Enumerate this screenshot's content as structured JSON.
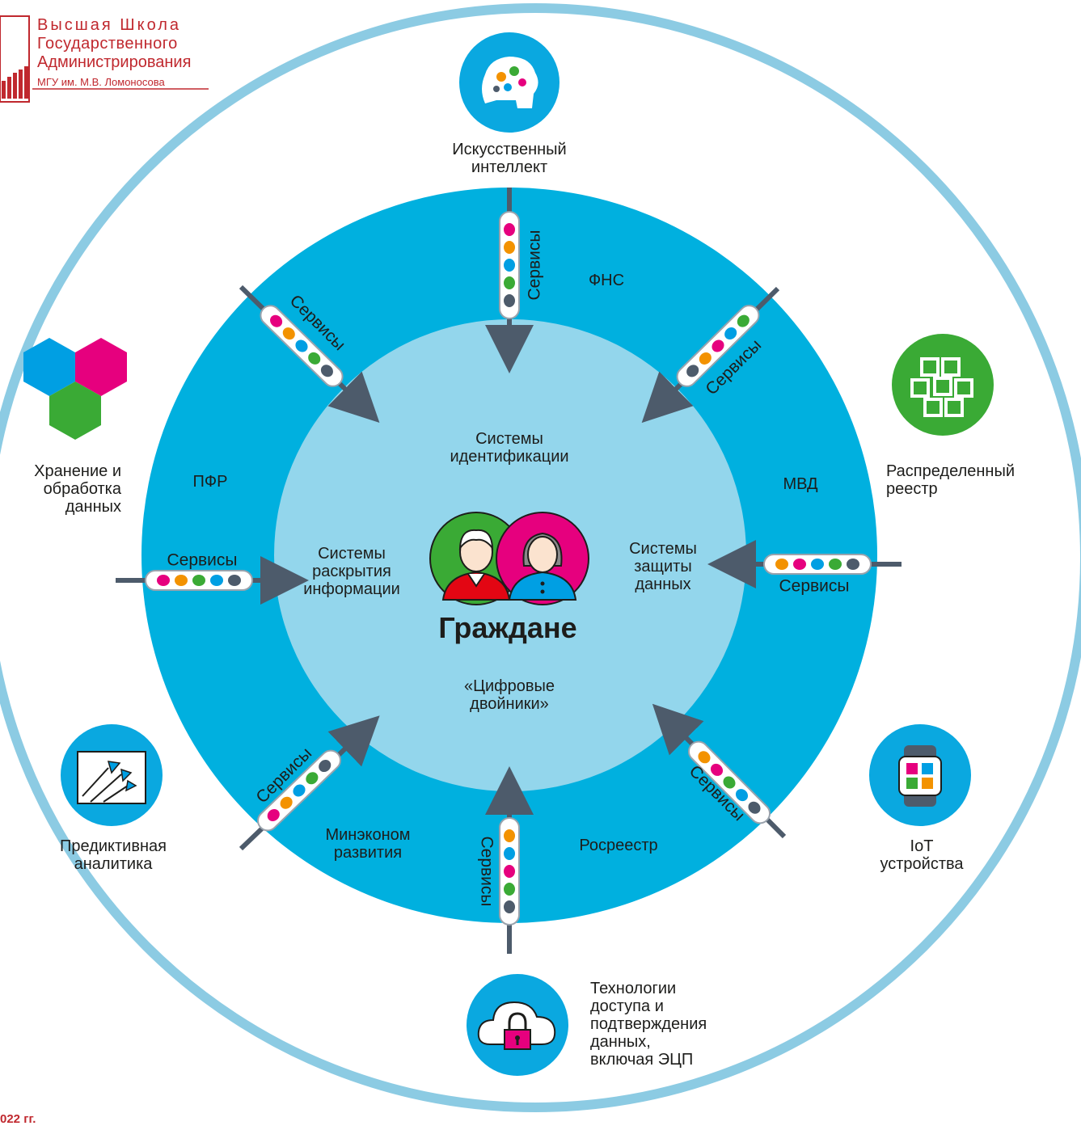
{
  "logo": {
    "line1": "Высшая Школа",
    "line2": "Государственного",
    "line3": "Администрирования",
    "line4": "МГУ им. М.В. Ломоносова"
  },
  "footer_note": "022 гг.",
  "center": {
    "title": "Граждане",
    "top": [
      "Системы",
      "идентификации"
    ],
    "left": [
      "Системы",
      "раскрытия",
      "информации"
    ],
    "right": [
      "Системы",
      "защиты",
      "данных"
    ],
    "bottom": [
      "«Цифровые",
      "двойники»"
    ]
  },
  "ring": {
    "fns": "ФНС",
    "pfr": "ПФР",
    "mvd": "МВД",
    "minek": [
      "Минэконом",
      "развития"
    ],
    "rosreestr": "Росреестр"
  },
  "services_label": "Сервисы",
  "outer": {
    "ai": [
      "Искусственный",
      "интеллект"
    ],
    "storage": [
      "Хранение и",
      "обработка",
      "данных"
    ],
    "ledger": [
      "Распределенный",
      "реестр"
    ],
    "predictive": [
      "Предиктивная",
      "аналитика"
    ],
    "iot": [
      "IoT",
      "устройства"
    ],
    "access": [
      "Технологии",
      "доступа и",
      "подтверждения",
      "данных,",
      "включая ЭЦП"
    ]
  },
  "colors": {
    "outer_ring": "#8ccbe3",
    "band": "#00b0df",
    "inner": "#93d6ec",
    "icon_circle": "#0aa8e0",
    "arrow": "#4d5b6b",
    "dot_pink": "#e6007e",
    "dot_orange": "#f39200",
    "dot_blue": "#009fe3",
    "dot_green": "#3aaa35",
    "dot_gray": "#4d5b6b",
    "logo_red": "#c0282e"
  }
}
